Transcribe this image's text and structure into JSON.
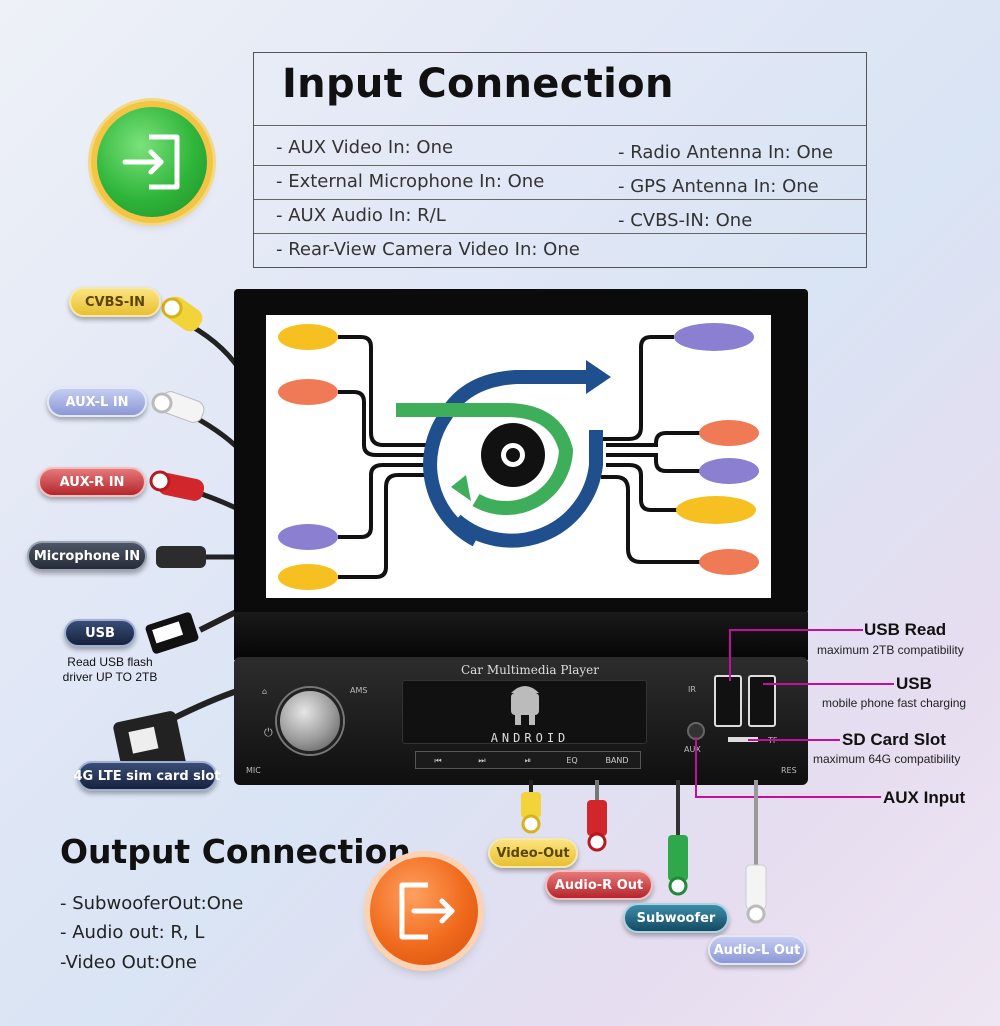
{
  "input": {
    "title": "Input Connection",
    "left_items": [
      "- AUX Video In: One",
      "- External Microphone In: One",
      "- AUX Audio In: R/L",
      "- Rear-View Camera Video In: One"
    ],
    "right_items": [
      "- Radio Antenna In: One",
      "- GPS Antenna In: One",
      "- CVBS-IN: One"
    ]
  },
  "left_labels": {
    "cvbs_in": "CVBS-IN",
    "aux_l_in": "AUX-L IN",
    "aux_r_in": "AUX-R IN",
    "microphone_in": "Microphone IN",
    "usb": "USB",
    "usb_note_1": "Read USB flash",
    "usb_note_2": "driver UP TO 2TB",
    "sim": "4G LTE sim card slot"
  },
  "device": {
    "title": "Car Multimedia Player",
    "android_word": "ANDROID",
    "ams": "AMS",
    "mic": "MIC",
    "res": "RES",
    "ir": "IR",
    "aux": "AUX",
    "tf": "TF",
    "buttons": [
      "⏮",
      "⏭",
      "⏯",
      "EQ",
      "BAND"
    ]
  },
  "right_annotations": {
    "usb_read_title": "USB Read",
    "usb_read_sub": "maximum 2TB compatibility",
    "usb_title": "USB",
    "usb_sub": "mobile phone fast charging",
    "sd_title": "SD Card Slot",
    "sd_sub": "maximum 64G compatibility",
    "aux_title": "AUX Input"
  },
  "bottom_labels": {
    "video_out": "Video-Out",
    "audio_r_out": "Audio-R Out",
    "subwoofer": "Subwoofer",
    "audio_l_out": "Audio-L Out"
  },
  "output": {
    "title": "Output Connection",
    "items": [
      "- SubwooferOut:One",
      "- Audio out: R, L",
      "-Video Out:One"
    ]
  },
  "colors": {
    "accent_magenta": "#c0109c",
    "input_green": "#2fb53a",
    "output_orange": "#f06a1c",
    "screen_yellow": "#f5c020",
    "screen_orange": "#f07a55",
    "screen_purple": "#8a7fd0",
    "flow_blue": "#1f4f8c",
    "flow_green": "#3fae5a"
  }
}
